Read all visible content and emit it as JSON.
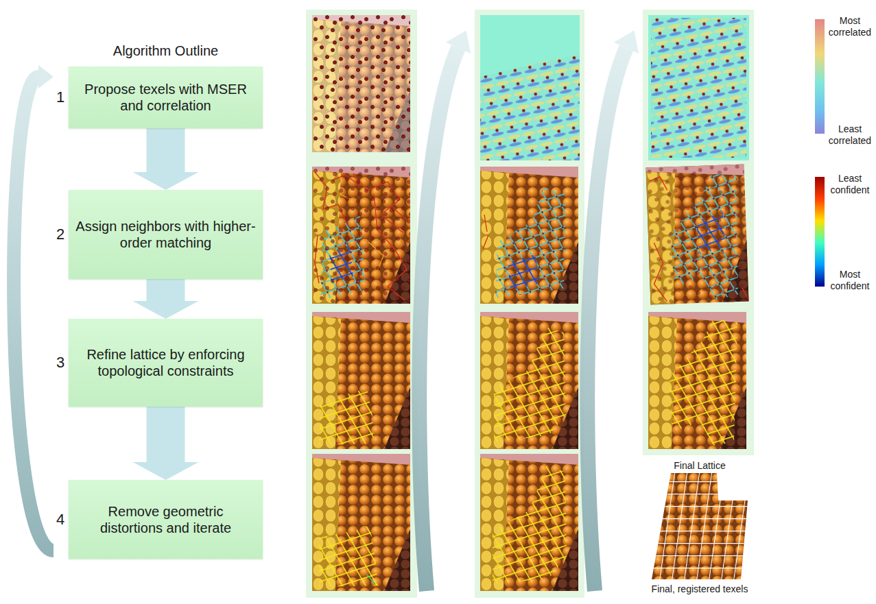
{
  "diagram": {
    "title": "Algorithm Outline",
    "nodes": [
      {
        "text": [
          "1",
          "Propose texels with MSER and correlation"
        ]
      },
      {
        "text": [
          "2",
          "Assign neighbors with higher-order matching"
        ]
      },
      {
        "text": [
          "3",
          "Refine lattice by enforcing topological constraints"
        ]
      },
      {
        "text": [
          "4",
          "Remove geometric distortions and iterate"
        ]
      }
    ],
    "edges": [
      {
        "from": 0,
        "to": 1,
        "arrow": "to"
      },
      {
        "from": 1,
        "to": 2,
        "arrow": "to"
      },
      {
        "from": 2,
        "to": 3,
        "arrow": "to"
      },
      {
        "from": 3,
        "to": 0,
        "arrow": "to"
      }
    ],
    "labels": [
      "Most correlated",
      "Least correlated",
      "Least confident",
      "Most confident",
      "Final Lattice",
      "Final, registered texels"
    ]
  }
}
